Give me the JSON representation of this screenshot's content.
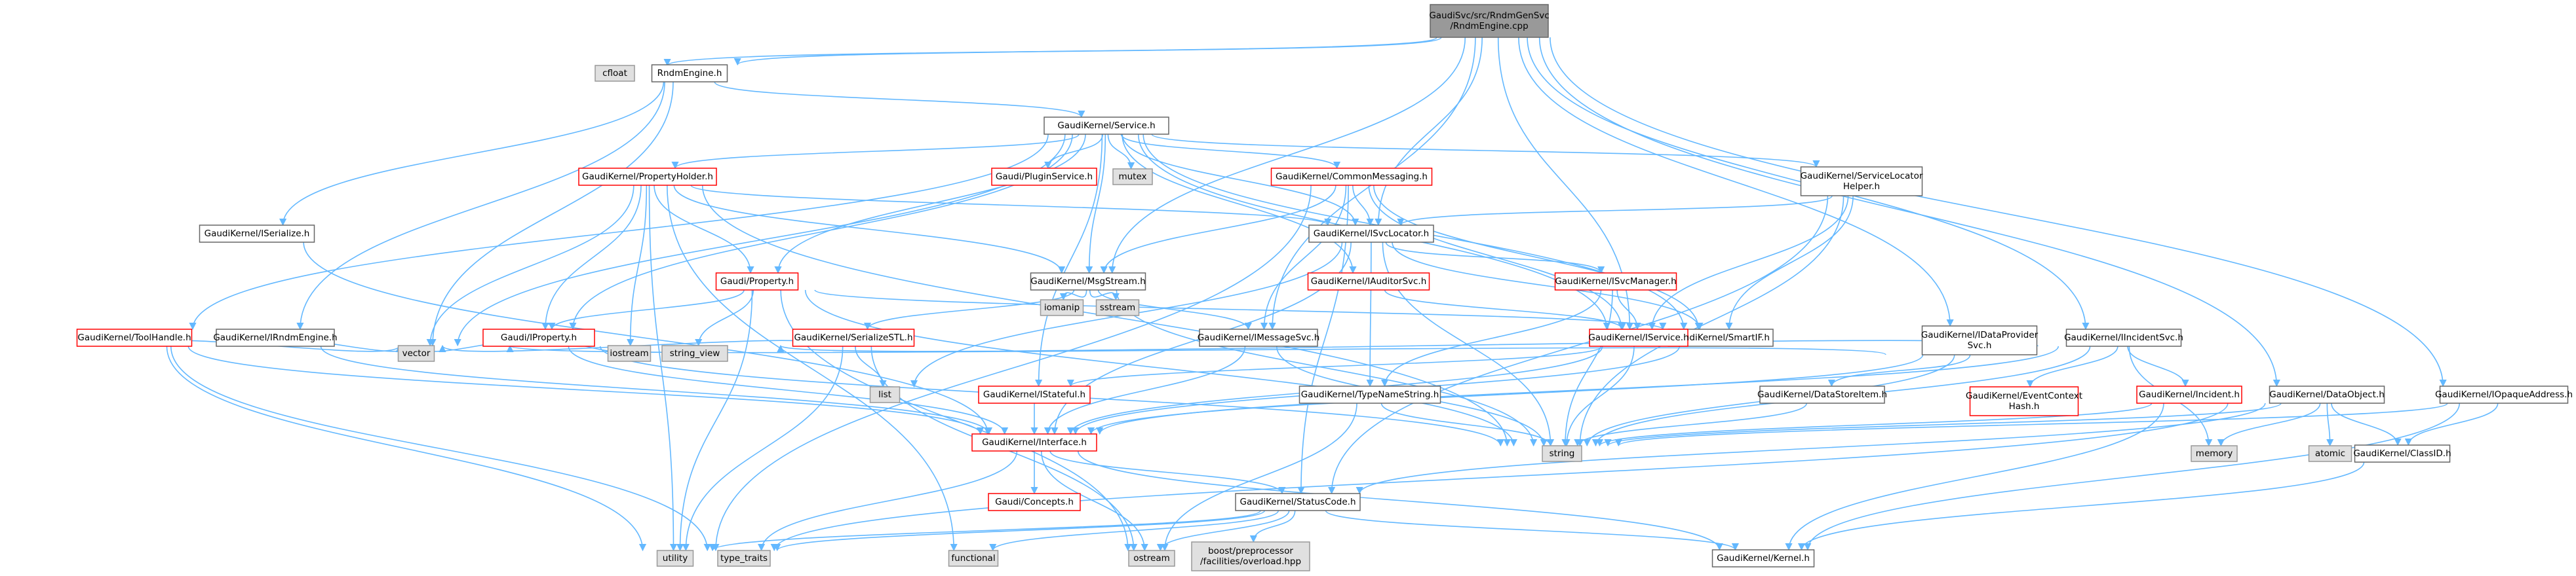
{
  "nodes": {
    "root": [
      "GaudiSvc/src/RndmGenSvc",
      "/RndmEngine.cpp"
    ],
    "cfloat": [
      "cfloat"
    ],
    "rndmengine": [
      "RndmEngine.h"
    ],
    "service": [
      "GaudiKernel/Service.h"
    ],
    "iserialize": [
      "GaudiKernel/ISerialize.h"
    ],
    "propholder": [
      "GaudiKernel/PropertyHolder.h"
    ],
    "ipluginsvc": [
      "Gaudi/PluginService.h"
    ],
    "mutex": [
      "mutex"
    ],
    "commonmsg": [
      "GaudiKernel/CommonMessaging.h"
    ],
    "svclocatorhelper": [
      "GaudiKernel/ServiceLocator",
      "Helper.h"
    ],
    "isvclocator": [
      "GaudiKernel/ISvcLocator.h"
    ],
    "msgstream": [
      "GaudiKernel/MsgStream.h"
    ],
    "property": [
      "Gaudi/Property.h"
    ],
    "iauditorsvc": [
      "GaudiKernel/IAuditorSvc.h"
    ],
    "isvcmanager": [
      "GaudiKernel/ISvcManager.h"
    ],
    "smartif": [
      "GaudiKernel/SmartIF.h"
    ],
    "iservice": [
      "GaudiKernel/IService.h"
    ],
    "idataprovider": [
      "GaudiKernel/IDataProvider",
      "Svc.h"
    ],
    "iincidentsvc": [
      "GaudiKernel/IIncidentSvc.h"
    ],
    "dataobject": [
      "GaudiKernel/DataObject.h"
    ],
    "iopaqueaddress": [
      "GaudiKernel/IOpaqueAddress.h"
    ],
    "toolhandle": [
      "GaudiKernel/ToolHandle.h"
    ],
    "irndmengine": [
      "GaudiKernel/IRndmEngine.h"
    ],
    "iproperty": [
      "Gaudi/IProperty.h"
    ],
    "serializestl": [
      "GaudiKernel/SerializeSTL.h"
    ],
    "iomanip": [
      "iomanip"
    ],
    "sstream": [
      "sstream"
    ],
    "imessagesvc": [
      "GaudiKernel/IMessageSvc.h"
    ],
    "istateful": [
      "GaudiKernel/IStateful.h"
    ],
    "typenamestring": [
      "GaudiKernel/TypeNameString.h"
    ],
    "datastoreitem": [
      "GaudiKernel/DataStoreItem.h"
    ],
    "eventcontexthash": [
      "GaudiKernel/EventContext",
      "Hash.h"
    ],
    "incident": [
      "GaudiKernel/Incident.h"
    ],
    "vector": [
      "vector"
    ],
    "iostream": [
      "iostream"
    ],
    "string_view": [
      "string_view"
    ],
    "list": [
      "list"
    ],
    "interface": [
      "GaudiKernel/Interface.h"
    ],
    "string": [
      "string"
    ],
    "memory": [
      "memory"
    ],
    "atomic": [
      "atomic"
    ],
    "classid": [
      "GaudiKernel/ClassID.h"
    ],
    "concepts": [
      "Gaudi/Concepts.h"
    ],
    "statuscode": [
      "GaudiKernel/StatusCode.h"
    ],
    "utility": [
      "utility"
    ],
    "type_traits": [
      "type_traits"
    ],
    "functional": [
      "functional"
    ],
    "ostream": [
      "ostream"
    ],
    "boostpp": [
      "boost/preprocessor",
      "/facilities/overload.hpp"
    ],
    "kernel": [
      "GaudiKernel/Kernel.h"
    ]
  },
  "colors": {
    "edge": "#63b8ff",
    "focus_fill": "#999999",
    "system_fill": "#e0e0e0",
    "system_border": "#999999",
    "normal_border": "#666666",
    "truncated_border": "#ff0000"
  }
}
